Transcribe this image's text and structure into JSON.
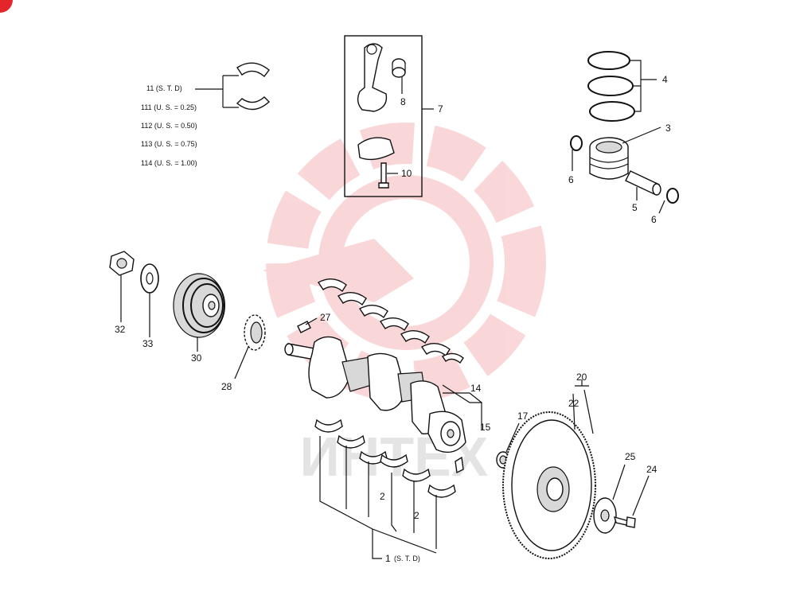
{
  "watermark": {
    "text": "ИНТЕХ",
    "color": "#e3262b"
  },
  "bearing_sizes": [
    {
      "num": "11",
      "spec": "(S. T. D)"
    },
    {
      "num": "111",
      "spec": "(U. S. = 0.25)"
    },
    {
      "num": "112",
      "spec": "(U. S. = 0.50)"
    },
    {
      "num": "113",
      "spec": "(U. S. = 0.75)"
    },
    {
      "num": "114",
      "spec": "(U. S. = 1.00)"
    }
  ],
  "callouts": {
    "c1": "1",
    "c1_spec": "(S. T. D)",
    "c2a": "2",
    "c2b": "2",
    "c3": "3",
    "c4": "4",
    "c5": "5",
    "c6a": "6",
    "c6b": "6",
    "c7": "7",
    "c8": "8",
    "c10": "10",
    "c14": "14",
    "c15": "15",
    "c17": "17",
    "c20": "20",
    "c22": "22",
    "c24": "24",
    "c25": "25",
    "c27": "27",
    "c28": "28",
    "c30": "30",
    "c32": "32",
    "c33": "33"
  }
}
